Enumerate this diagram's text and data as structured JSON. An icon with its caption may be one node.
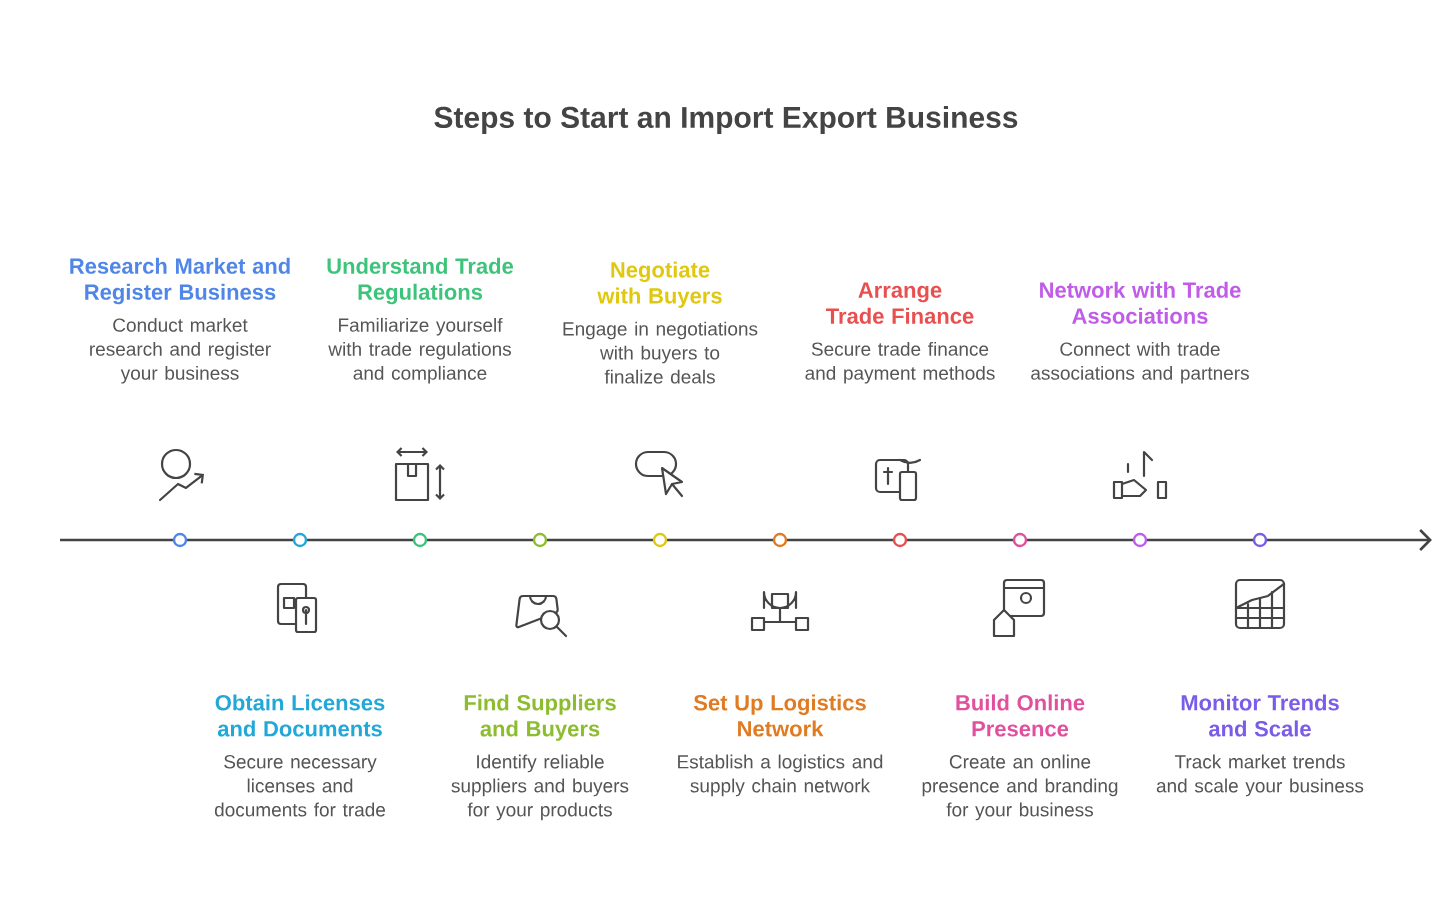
{
  "diagram": {
    "title": "Steps to Start an Import Export Business",
    "nodes": [
      {
        "text": [
          "Research Market and Register Business",
          "Conduct market research and register your business"
        ]
      },
      {
        "text": [
          "Obtain Licenses and Documents",
          "Secure necessary licenses and documents for trade"
        ]
      },
      {
        "text": [
          "Understand Trade Regulations",
          "Familiarize yourself with trade regulations and compliance"
        ]
      },
      {
        "text": [
          "Find Suppliers and Buyers",
          "Identify reliable suppliers and buyers for your products"
        ]
      },
      {
        "text": [
          "Negotiate with Buyers",
          "Engage in negotiations with buyers to finalize deals"
        ]
      },
      {
        "text": [
          "Set Up Logistics Network",
          "Establish a logistics and supply chain network"
        ]
      },
      {
        "text": [
          "Arrange Trade Finance",
          "Secure trade finance and payment methods"
        ]
      },
      {
        "text": [
          "Build Online Presence",
          "Create an online presence and branding for your business"
        ]
      },
      {
        "text": [
          "Network with Trade Associations",
          "Connect with trade associations and partners"
        ]
      },
      {
        "text": [
          "Monitor Trends and Scale",
          "Track market trends and scale your business"
        ]
      }
    ]
  }
}
